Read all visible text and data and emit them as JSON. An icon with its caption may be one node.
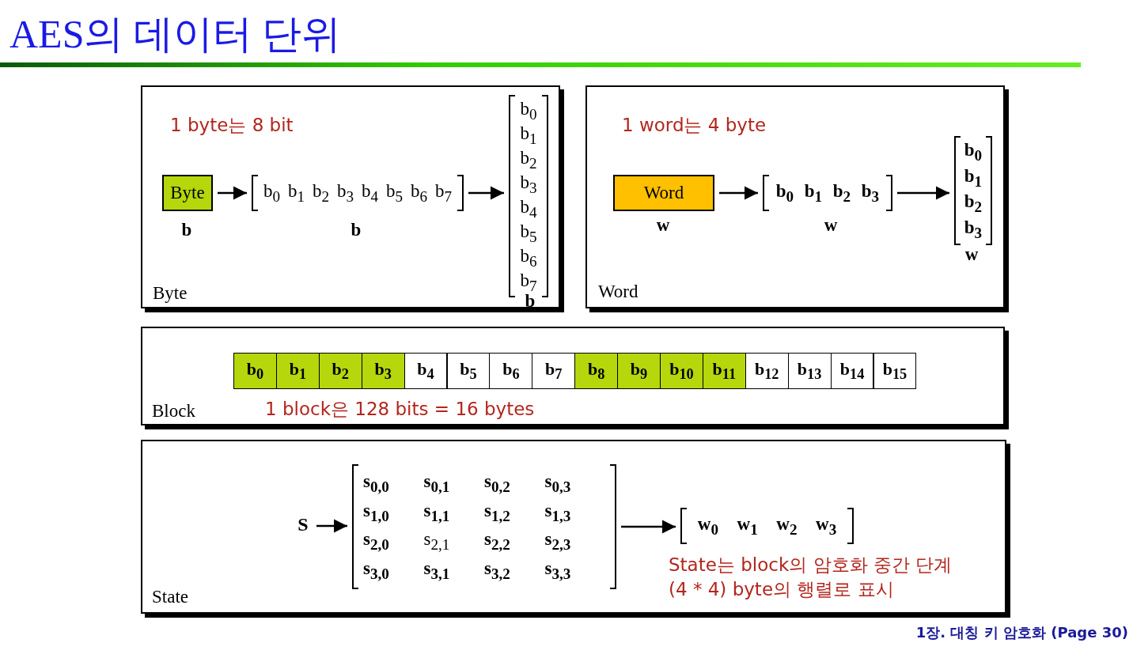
{
  "diagram": {
    "title": "AES의 데이터 단위",
    "nodes": [
      {
        "text": [
          "Byte"
        ]
      },
      {
        "text": [
          "Byte"
        ],
        "in": 0,
        "beside": [
          "b"
        ]
      },
      {
        "text": [
          "b$_{0}$",
          "b$_{1}$",
          "b$_{2}$",
          "b$_{3}$",
          "b$_{4}$",
          "b$_{5}$",
          "b$_{6}$",
          "b$_{7}$"
        ],
        "in": 0,
        "beside": [
          "b"
        ]
      },
      {
        "text": [
          "b$_{0}$",
          "b$_{1}$",
          "b$_{2}$",
          "b$_{3}$",
          "b$_{4}$",
          "b$_{5}$",
          "b$_{6}$",
          "b$_{7}$"
        ],
        "in": 0,
        "beside": [
          "b"
        ]
      },
      {
        "text": [
          "Word"
        ]
      },
      {
        "text": [
          "Word"
        ],
        "in": 4,
        "beside": [
          "w"
        ]
      },
      {
        "text": [
          "b$_{0}$",
          "b$_{1}$",
          "b$_{2}$",
          "b$_{3}$"
        ],
        "in": 4,
        "beside": [
          "w"
        ]
      },
      {
        "text": [
          "b$_{0}$",
          "b$_{1}$",
          "b$_{2}$",
          "b$_{3}$"
        ],
        "in": 4,
        "beside": [
          "w"
        ]
      },
      {
        "text": [
          "Block"
        ]
      },
      {
        "text": [
          "b$_{0}$"
        ],
        "in": 8
      },
      {
        "text": [
          "b$_{1}$"
        ],
        "in": 8
      },
      {
        "text": [
          "b$_{2}$"
        ],
        "in": 8
      },
      {
        "text": [
          "b$_{3}$"
        ],
        "in": 8
      },
      {
        "text": [
          "b$_{4}$"
        ],
        "in": 8
      },
      {
        "text": [
          "b$_{5}$"
        ],
        "in": 8
      },
      {
        "text": [
          "b$_{6}$"
        ],
        "in": 8
      },
      {
        "text": [
          "b$_{7}$"
        ],
        "in": 8
      },
      {
        "text": [
          "b$_{8}$"
        ],
        "in": 8
      },
      {
        "text": [
          "b$_{9}$"
        ],
        "in": 8
      },
      {
        "text": [
          "b$_{10}$"
        ],
        "in": 8
      },
      {
        "text": [
          "b$_{11}$"
        ],
        "in": 8
      },
      {
        "text": [
          "b$_{12}$"
        ],
        "in": 8
      },
      {
        "text": [
          "b$_{13}$"
        ],
        "in": 8
      },
      {
        "text": [
          "b$_{14}$"
        ],
        "in": 8
      },
      {
        "text": [
          "b$_{15}$"
        ],
        "in": 8
      },
      {
        "text": [
          "State"
        ]
      },
      {
        "text": [
          "S"
        ],
        "in": 25
      },
      {
        "text": [
          "s$_{0,0}$",
          "s$_{0,1}$",
          "s$_{0,2}$",
          "s$_{0,3}$",
          "s$_{1,0}$",
          "s$_{1,1}$",
          "s$_{1,2}$",
          "s$_{1,3}$",
          "s$_{2,0}$",
          "s$_{2,1}$",
          "s$_{2,2}$",
          "s$_{2,3}$",
          "s$_{3,0}$",
          "s$_{3,1}$",
          "s$_{3,2}$",
          "s$_{3,3}$"
        ],
        "in": 25
      },
      {
        "text": [
          "w$_{0}$",
          "w$_{1}$",
          "w$_{2}$",
          "w$_{3}$"
        ],
        "in": 25
      }
    ],
    "edges": [
      {
        "from": 1,
        "to": 2,
        "arrow": "to"
      },
      {
        "from": 2,
        "to": 3,
        "arrow": "to"
      },
      {
        "from": 5,
        "to": 6,
        "arrow": "to"
      },
      {
        "from": 6,
        "to": 7,
        "arrow": "to"
      },
      {
        "from": 26,
        "to": 27,
        "arrow": "to"
      },
      {
        "from": 27,
        "to": 28,
        "arrow": "to"
      }
    ],
    "labels": [
      "1 byte는 8 bit",
      "1 word는 4 byte",
      "1 block은 128 bits = 16 bytes",
      "State는 block의 암호화 중간 단계 (4 * 4) byte의 행렬로 표시",
      "1장. 대칭 키 암호화 (Page 30)"
    ]
  }
}
